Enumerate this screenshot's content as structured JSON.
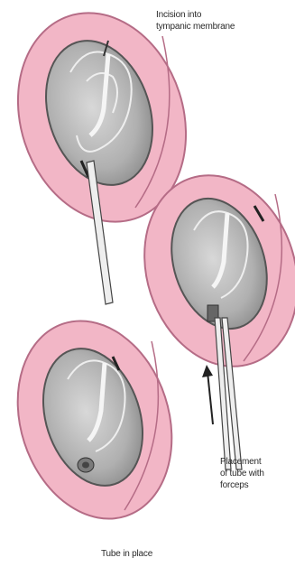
{
  "labels": {
    "incision": [
      "Incision into",
      "tympanic membrane"
    ],
    "placement": [
      "Placement",
      "of tube with",
      "forceps"
    ],
    "tube_in_place": "Tube in place"
  },
  "colors": {
    "ear_canal": "#f2b6c6",
    "ear_canal_edge": "#c97a94",
    "membrane": "#bdbdbd",
    "membrane_dark": "#8a8a8a",
    "instrument": "#e8e8e8"
  }
}
